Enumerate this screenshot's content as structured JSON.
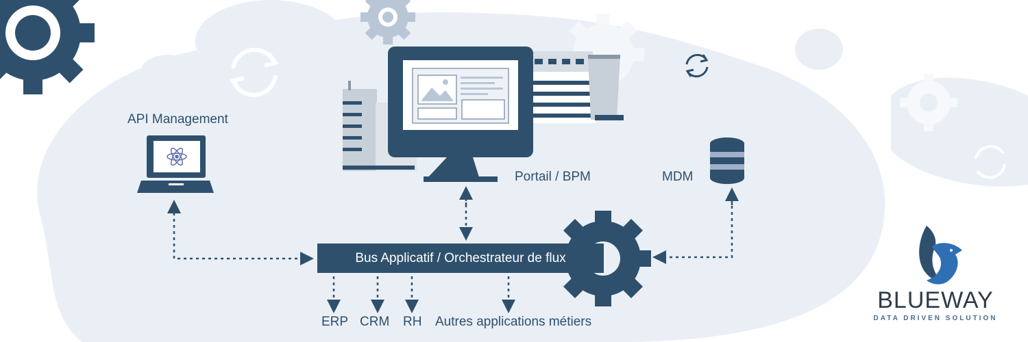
{
  "nodes": {
    "api": "API Management",
    "portal": "Portail / BPM",
    "mdm": "MDM",
    "bus": "Bus Applicatif / Orchestrateur de flux"
  },
  "targets": [
    "ERP",
    "CRM",
    "RH",
    "Autres applications métiers"
  ],
  "brand": {
    "name": "BLUEWAY",
    "tagline": "DATA DRIVEN SOLUTION"
  },
  "colors": {
    "primary": "#2f506d",
    "background_blob": "#e9eff5",
    "accent_light": "#b9c6d6"
  },
  "icons": [
    "gear-icon",
    "sync-icon",
    "laptop-icon",
    "atom-icon",
    "monitor-icon",
    "factory-icon",
    "database-icon",
    "bird-logo-icon"
  ]
}
